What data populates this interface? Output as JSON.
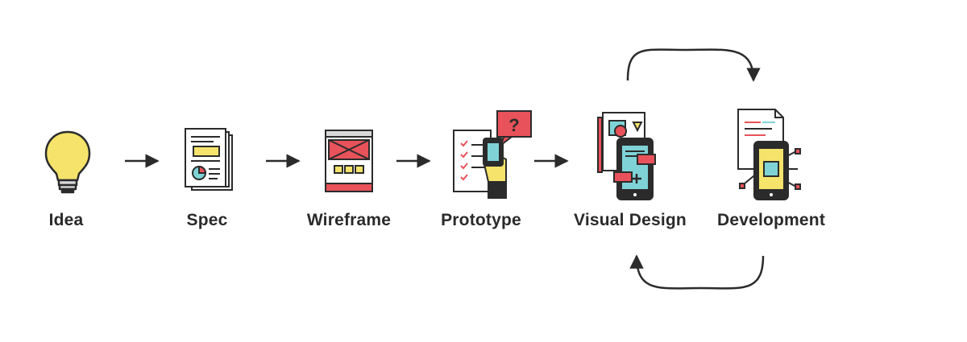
{
  "diagram": {
    "steps": [
      {
        "label": "Idea",
        "icon": "lightbulb-icon"
      },
      {
        "label": "Spec",
        "icon": "spec-document-icon"
      },
      {
        "label": "Wireframe",
        "icon": "wireframe-icon"
      },
      {
        "label": "Prototype",
        "icon": "prototype-icon"
      },
      {
        "label": "Visual Design",
        "icon": "visual-design-icon"
      },
      {
        "label": "Development",
        "icon": "development-icon"
      }
    ],
    "loop": {
      "icon": "feedback-loop-arrows"
    },
    "colors": {
      "stroke": "#2b2b2b",
      "yellow": "#f5e36b",
      "red": "#e8525a",
      "teal": "#7fd3d6",
      "gray": "#d9d9d9"
    }
  }
}
